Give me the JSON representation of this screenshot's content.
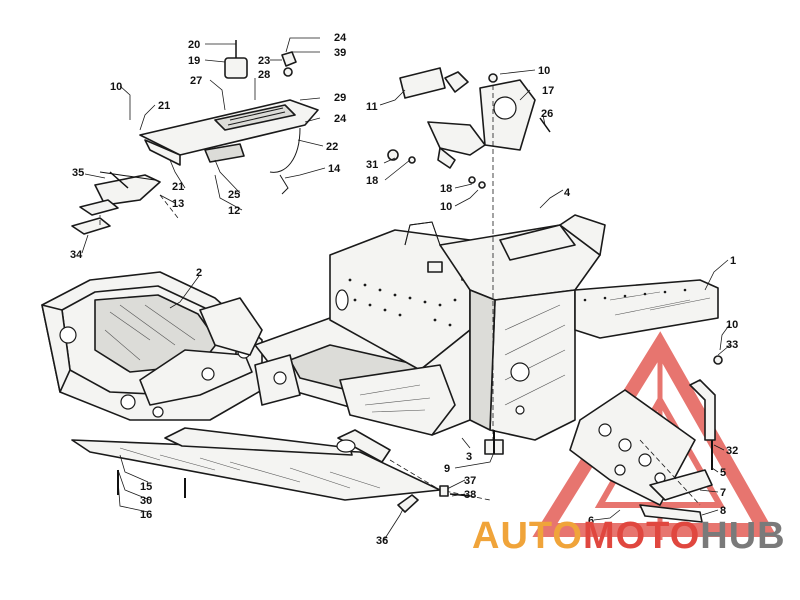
{
  "callouts": [
    {
      "id": "c1",
      "text": "1"
    },
    {
      "id": "c2",
      "text": "2"
    },
    {
      "id": "c3",
      "text": "3"
    },
    {
      "id": "c4",
      "text": "4"
    },
    {
      "id": "c5",
      "text": "5"
    },
    {
      "id": "c6",
      "text": "6"
    },
    {
      "id": "c7",
      "text": "7"
    },
    {
      "id": "c8",
      "text": "8"
    },
    {
      "id": "c9",
      "text": "9"
    },
    {
      "id": "c10a",
      "text": "10"
    },
    {
      "id": "c10b",
      "text": "10"
    },
    {
      "id": "c10c",
      "text": "10"
    },
    {
      "id": "c10d",
      "text": "10"
    },
    {
      "id": "c11",
      "text": "11"
    },
    {
      "id": "c12",
      "text": "12"
    },
    {
      "id": "c13",
      "text": "13"
    },
    {
      "id": "c14",
      "text": "14"
    },
    {
      "id": "c15",
      "text": "15"
    },
    {
      "id": "c16",
      "text": "16"
    },
    {
      "id": "c17",
      "text": "17"
    },
    {
      "id": "c18a",
      "text": "18"
    },
    {
      "id": "c18b",
      "text": "18"
    },
    {
      "id": "c19",
      "text": "19"
    },
    {
      "id": "c20",
      "text": "20"
    },
    {
      "id": "c21a",
      "text": "21"
    },
    {
      "id": "c21b",
      "text": "21"
    },
    {
      "id": "c22",
      "text": "22"
    },
    {
      "id": "c23",
      "text": "23"
    },
    {
      "id": "c24a",
      "text": "24"
    },
    {
      "id": "c24b",
      "text": "24"
    },
    {
      "id": "c25",
      "text": "25"
    },
    {
      "id": "c26",
      "text": "26"
    },
    {
      "id": "c27",
      "text": "27"
    },
    {
      "id": "c28",
      "text": "28"
    },
    {
      "id": "c29",
      "text": "29"
    },
    {
      "id": "c30",
      "text": "30"
    },
    {
      "id": "c31",
      "text": "31"
    },
    {
      "id": "c32",
      "text": "32"
    },
    {
      "id": "c33",
      "text": "33"
    },
    {
      "id": "c34",
      "text": "34"
    },
    {
      "id": "c35",
      "text": "35"
    },
    {
      "id": "c36",
      "text": "36"
    },
    {
      "id": "c37",
      "text": "37"
    },
    {
      "id": "c38",
      "text": "38"
    },
    {
      "id": "c39",
      "text": "39"
    }
  ],
  "watermark": {
    "part1": "AUTO",
    "part2": "MOTO",
    "part3": "HUB",
    "color_orange": "#f0a43a",
    "color_red": "#e0473f",
    "color_grey": "#7a7a7a"
  }
}
